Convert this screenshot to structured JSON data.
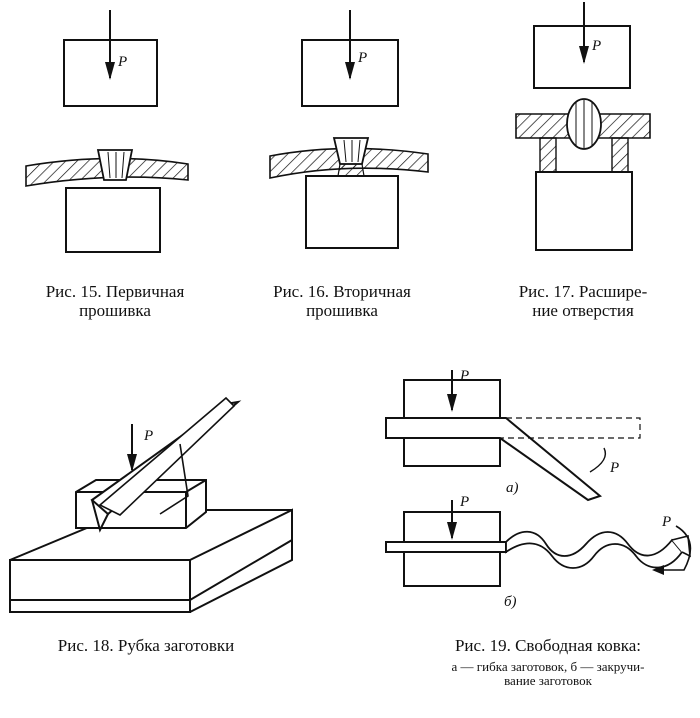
{
  "figures": [
    {
      "id": "fig15",
      "caption_line1": "Рис. 15. Первичная",
      "caption_line2": "прошивка"
    },
    {
      "id": "fig16",
      "caption_line1": "Рис. 16. Вторичная",
      "caption_line2": "прошивка"
    },
    {
      "id": "fig17",
      "caption_line1": "Рис. 17.  Расшире-",
      "caption_line2": "ние отверстия"
    },
    {
      "id": "fig18",
      "caption_line1": "Рис. 18.  Рубка  заготовки"
    },
    {
      "id": "fig19",
      "caption_line1": "Рис. 19. Свободная ковка:",
      "caption_line2": "а — гибка   заготовок,   б — закручи-",
      "caption_line3": "вание заготовок"
    }
  ],
  "force_label": "P",
  "sub_labels": {
    "a": "а)",
    "b": "б)"
  }
}
